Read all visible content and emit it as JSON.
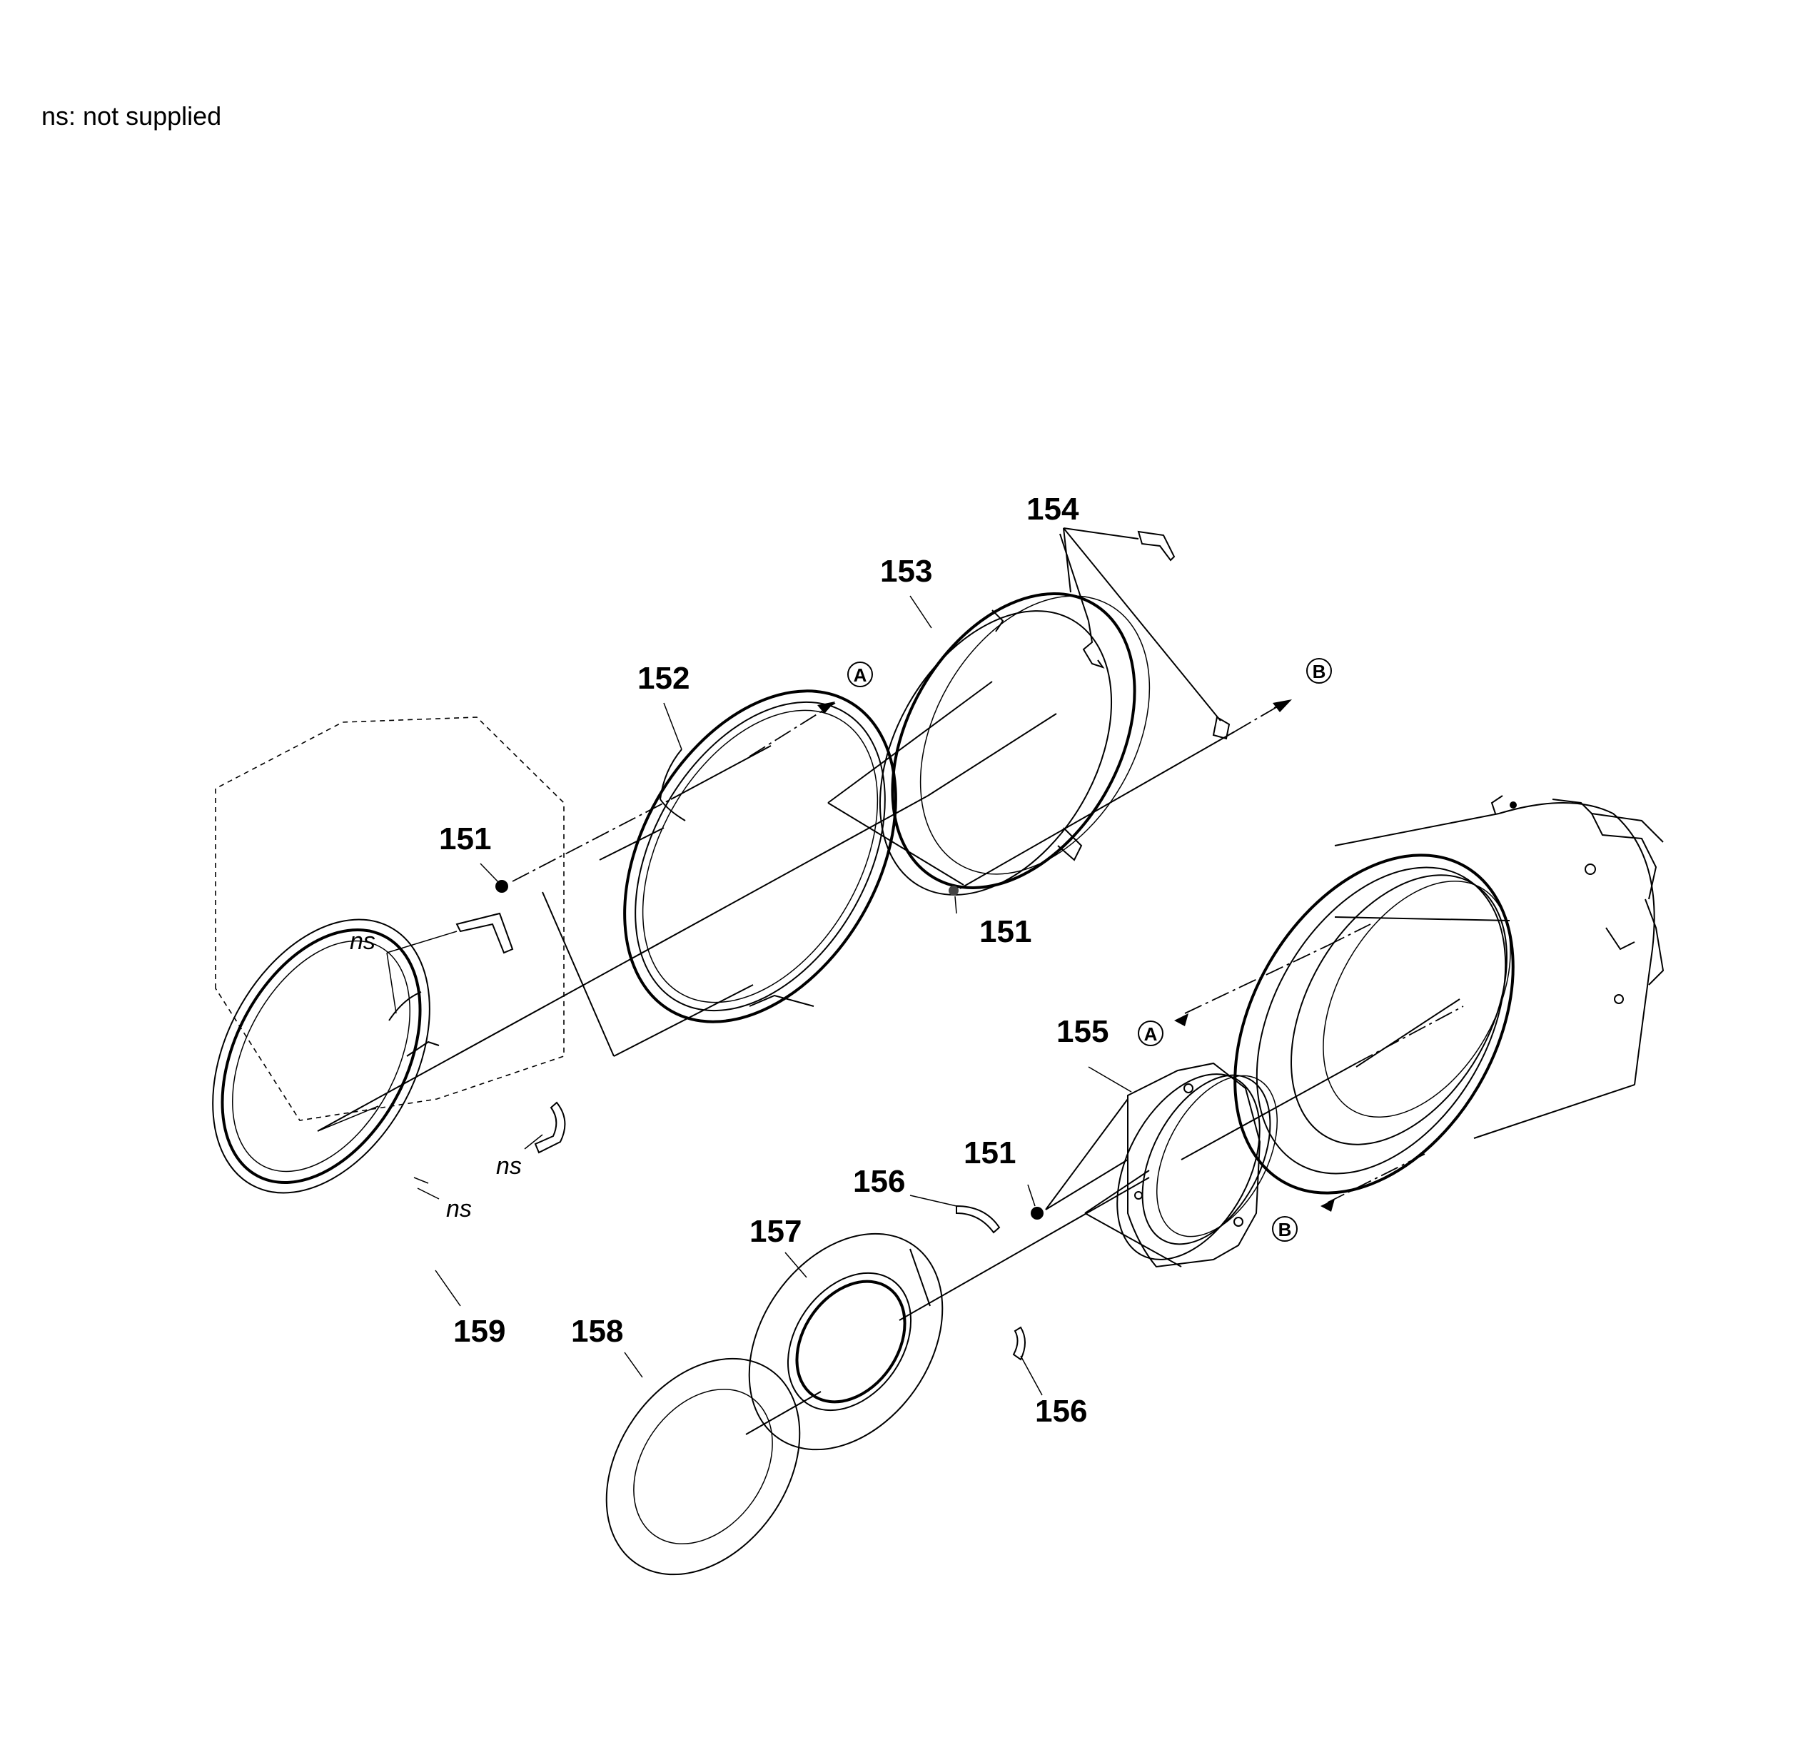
{
  "legend": "ns: not supplied",
  "callouts": {
    "p151": "151",
    "p152": "152",
    "p153": "153",
    "p154": "154",
    "p155": "155",
    "p156": "156",
    "p157": "157",
    "p158": "158",
    "p159": "159",
    "ns": "ns",
    "ref_a": "A",
    "ref_b": "B"
  }
}
